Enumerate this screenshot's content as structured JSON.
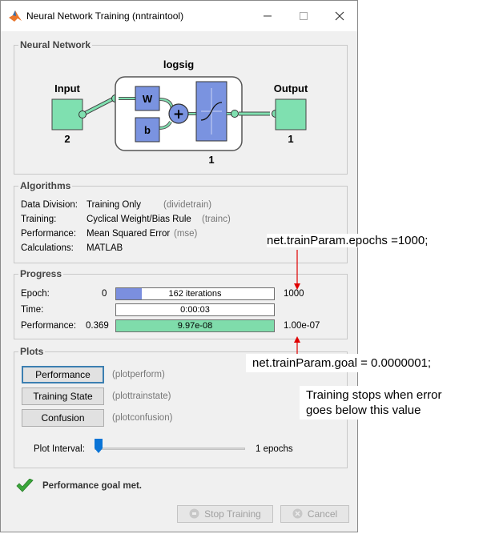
{
  "window": {
    "title": "Neural Network Training (nntraintool)"
  },
  "network": {
    "section_title": "Neural Network",
    "input_label": "Input",
    "input_size": "2",
    "layer_label": "logsig",
    "weight_label": "W",
    "bias_label": "b",
    "plus_symbol": "+",
    "layer_size": "1",
    "output_label": "Output",
    "output_size": "1"
  },
  "algorithms": {
    "section_title": "Algorithms",
    "rows": [
      {
        "label": "Data Division:",
        "value": "Training Only",
        "fn": "(dividetrain)"
      },
      {
        "label": "Training:",
        "value": "Cyclical Weight/Bias Rule",
        "fn": "(trainc)"
      },
      {
        "label": "Performance:",
        "value": "Mean Squared Error",
        "fn": "(mse)"
      },
      {
        "label": "Calculations:",
        "value": "MATLAB",
        "fn": ""
      }
    ]
  },
  "progress": {
    "section_title": "Progress",
    "epoch": {
      "label": "Epoch:",
      "start": "0",
      "text": "162 iterations",
      "end": "1000",
      "fraction": 0.162
    },
    "time": {
      "label": "Time:",
      "text": "0:00:03"
    },
    "performance": {
      "label": "Performance:",
      "start": "0.369",
      "text": "9.97e-08",
      "end": "1.00e-07",
      "fraction": 1.0
    }
  },
  "plots": {
    "section_title": "Plots",
    "buttons": [
      {
        "label": "Performance",
        "fn": "(plotperform)"
      },
      {
        "label": "Training State",
        "fn": "(plottrainstate)"
      },
      {
        "label": "Confusion",
        "fn": "(plotconfusion)"
      }
    ],
    "interval_label": "Plot Interval:",
    "interval_value": "1 epochs",
    "interval_fraction": 0.0
  },
  "status": {
    "text": "Performance goal met."
  },
  "footer": {
    "stop_label": "Stop Training",
    "cancel_label": "Cancel"
  },
  "annotations": {
    "epochs": "net.trainParam.epochs =1000;",
    "goal": "net.trainParam.goal = 0.0000001;",
    "note_line1": "Training stops when error",
    "note_line2": "goes below this value"
  },
  "colors": {
    "progress_blue": "#7b8fdf",
    "progress_green": "#7fdcab",
    "block_blue": "#7a93e0",
    "io_green": "#7fe0b0",
    "annotation_red": "#e00000"
  }
}
